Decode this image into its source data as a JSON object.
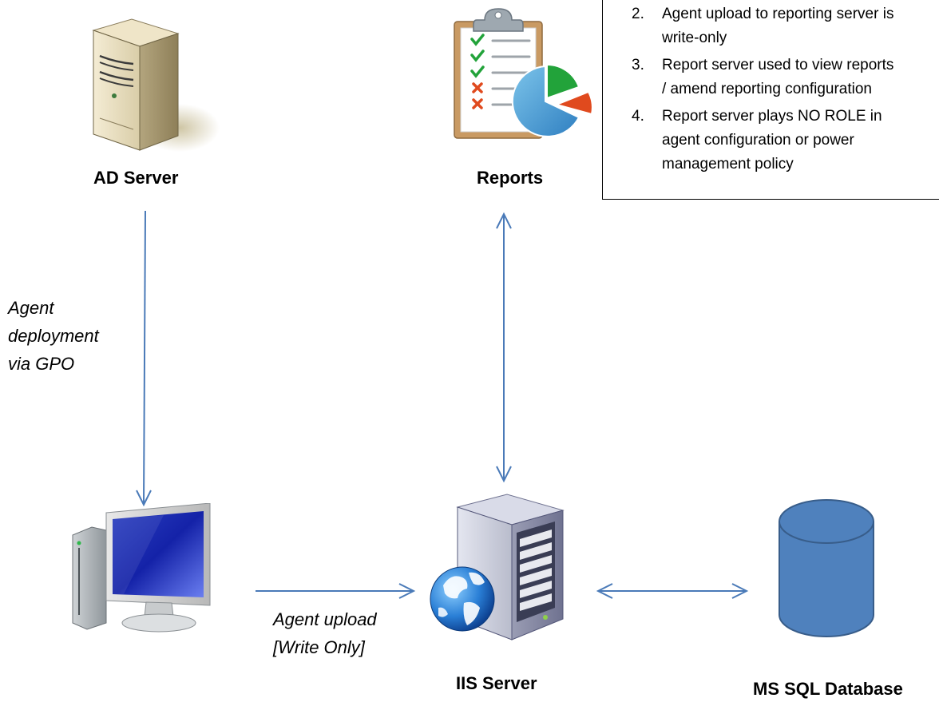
{
  "nodes": {
    "ad_server": {
      "label": "AD Server"
    },
    "reports": {
      "label": "Reports"
    },
    "iis_server": {
      "label": "IIS Server"
    },
    "sql_db": {
      "label": "MS SQL Database"
    },
    "client_pc": {
      "label": ""
    }
  },
  "edges": {
    "ad_to_client": {
      "label_lines": [
        "Agent",
        "deployment",
        "via GPO"
      ]
    },
    "client_to_iis": {
      "label_lines": [
        "Agent upload",
        "[Write Only]"
      ]
    },
    "reports_iis": {
      "label": ""
    },
    "iis_sql": {
      "label": ""
    }
  },
  "notes": [
    {
      "num": "2.",
      "lines": [
        "Agent upload to reporting server is",
        "write-only"
      ]
    },
    {
      "num": "3.",
      "lines": [
        "Report server used to view reports",
        "/ amend reporting configuration"
      ]
    },
    {
      "num": "4.",
      "lines": [
        "Report server plays NO ROLE in",
        "agent configuration or power",
        "management policy"
      ]
    }
  ],
  "colors": {
    "arrow": "#4a7ab8",
    "db_fill": "#4f81bd",
    "db_stroke": "#385d8a",
    "check": "#22a33a",
    "cross": "#e04a1e"
  },
  "icons": {
    "ad_server": "tower-server-icon",
    "reports": "clipboard-report-icon",
    "client_pc": "desktop-computer-icon",
    "iis_server": "web-server-globe-icon",
    "sql_db": "database-cylinder-icon"
  }
}
